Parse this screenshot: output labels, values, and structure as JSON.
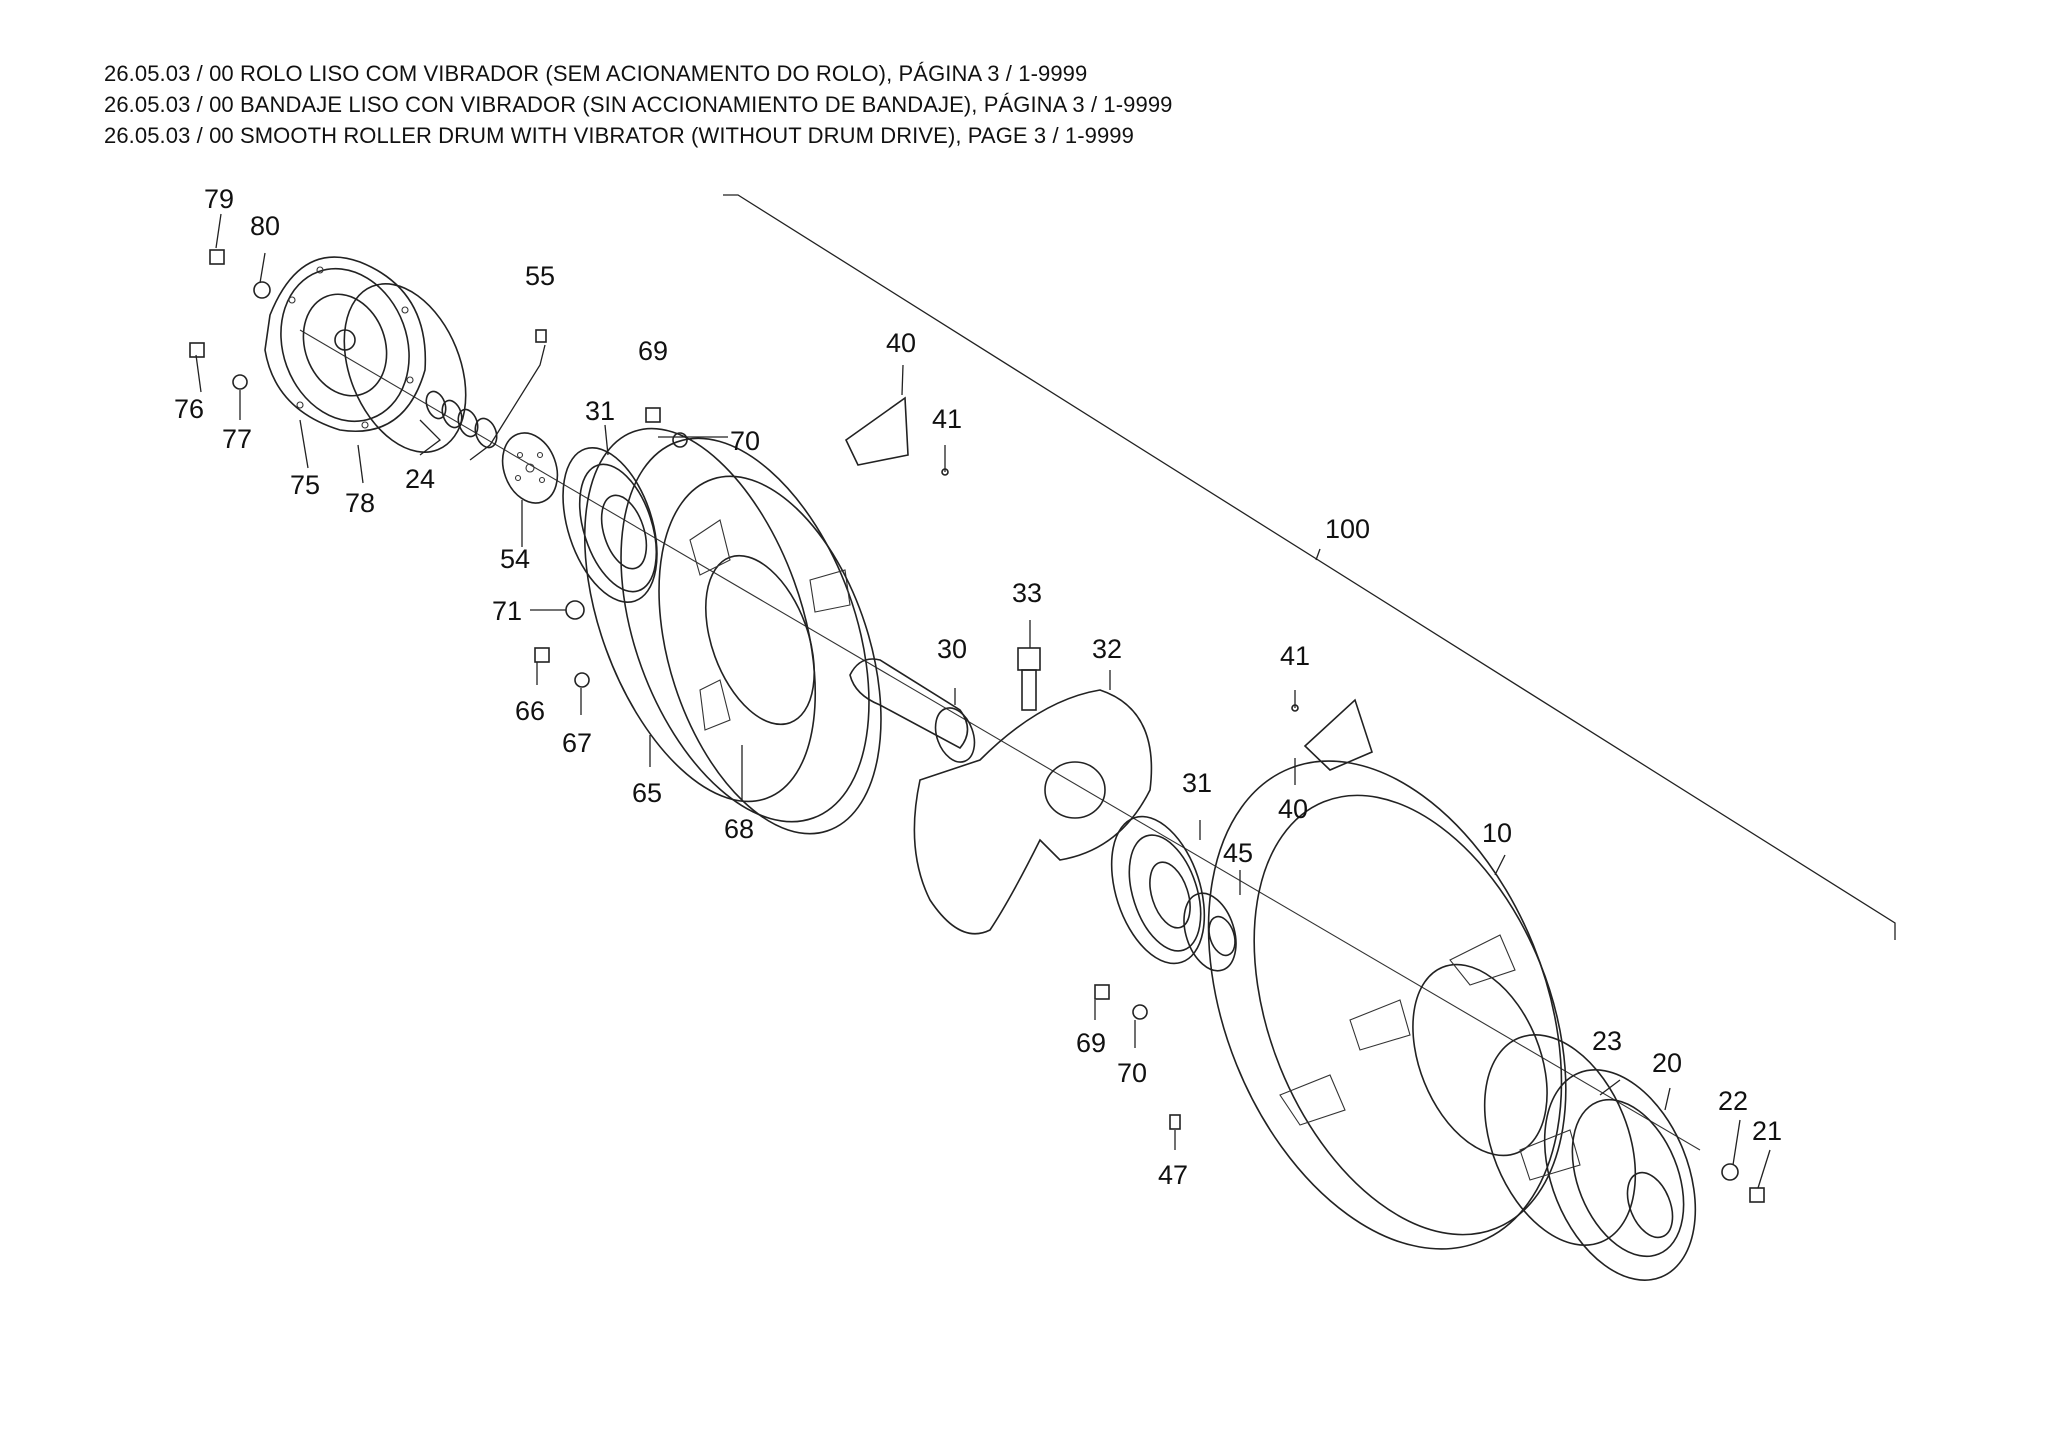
{
  "header": {
    "lines": [
      "26.05.03 / 00 ROLO LISO COM VIBRADOR (SEM ACIONAMENTO DO ROLO), PÁGINA 3 / 1-9999",
      "26.05.03 / 00 BANDAJE LISO CON VIBRADOR (SIN ACCIONAMIENTO DE BANDAJE), PÁGINA 3 / 1-9999",
      "26.05.03 / 00 SMOOTH ROLLER DRUM WITH VIBRATOR (WITHOUT DRUM DRIVE), PAGE 3 / 1-9999"
    ]
  },
  "callouts": {
    "c79": "79",
    "c80": "80",
    "c76": "76",
    "c77": "77",
    "c75": "75",
    "c78": "78",
    "c24": "24",
    "c55": "55",
    "c54": "54",
    "c31a": "31",
    "c69a": "69",
    "c70a": "70",
    "c40a": "40",
    "c41a": "41",
    "c100": "100",
    "c71": "71",
    "c66": "66",
    "c67": "67",
    "c65": "65",
    "c68": "68",
    "c30": "30",
    "c33": "33",
    "c32": "32",
    "c41b": "41",
    "c40b": "40",
    "c31b": "31",
    "c45": "45",
    "c10": "10",
    "c69b": "69",
    "c70b": "70",
    "c23": "23",
    "c20": "20",
    "c22": "22",
    "c21": "21",
    "c47": "47"
  }
}
